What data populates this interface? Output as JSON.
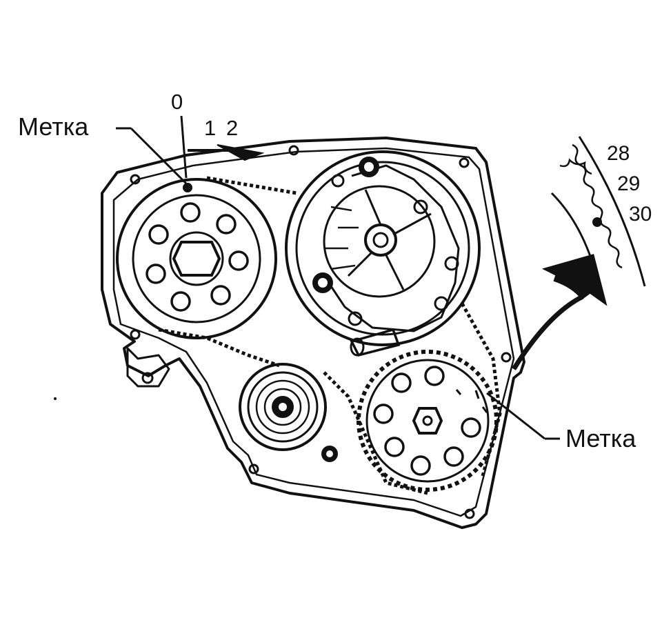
{
  "labels": {
    "top_left_mark": "Метка",
    "bottom_right_mark": "Метка"
  },
  "pulley_marks": {
    "zero": "0",
    "one": "1",
    "two": "2"
  },
  "flywheel_scale": [
    "28",
    "29",
    "30"
  ],
  "colors": {
    "ink": "#111111",
    "background": "#ffffff"
  }
}
